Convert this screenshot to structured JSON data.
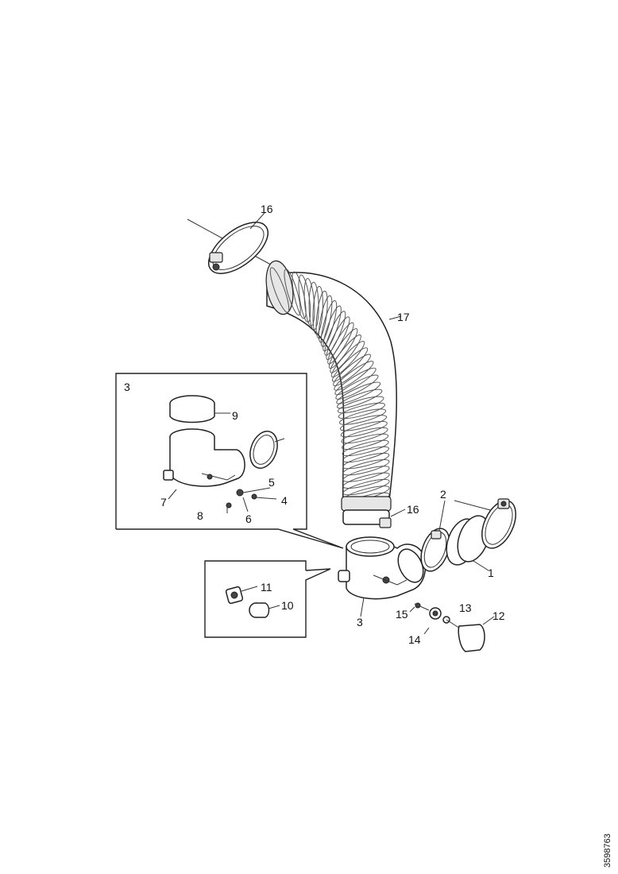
{
  "callouts": {
    "p1": "1",
    "p2": "2",
    "p3": "3",
    "p4": "4",
    "p5": "5",
    "p6": "6",
    "p7": "7",
    "p8": "8",
    "p9": "9",
    "p10": "10",
    "p11": "11",
    "p12": "12",
    "p13": "13",
    "p14": "14",
    "p15": "15",
    "p16a": "16",
    "p16b": "16",
    "p17": "17"
  },
  "inset_detail_title": "3",
  "reference_number": "3598763"
}
